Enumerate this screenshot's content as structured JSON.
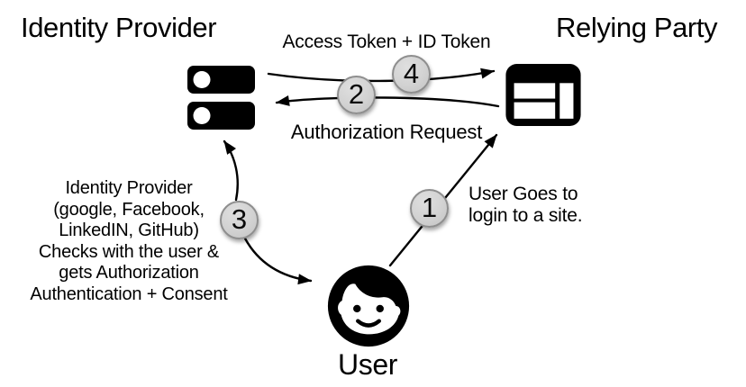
{
  "diagram": {
    "titles": {
      "identity_provider": "Identity Provider",
      "relying_party": "Relying Party",
      "user": "User"
    },
    "steps": [
      {
        "number": "1",
        "from": "User",
        "to": "Relying Party",
        "label": "User Goes to\nlogin to a site."
      },
      {
        "number": "2",
        "from": "Relying Party",
        "to": "Identity Provider",
        "label": "Authorization Request"
      },
      {
        "number": "3",
        "from": "Identity Provider",
        "to": "User",
        "label": "Identity Provider\n(google, Facebook,\nLinkedIN, GitHub)\nChecks with the user &\ngets Authorization\nAuthentication + Consent"
      },
      {
        "number": "4",
        "from": "Identity Provider",
        "to": "Relying Party",
        "label": "Access Token + ID Token"
      }
    ],
    "icons": {
      "identity_provider": "server-stack-icon",
      "relying_party": "browser-window-icon",
      "user": "person-face-icon"
    },
    "colors": {
      "background": "#ffffff",
      "text": "#000000",
      "line": "#000000",
      "badge_fill": "#d2d2d2",
      "badge_border": "#8e8e8e"
    }
  }
}
